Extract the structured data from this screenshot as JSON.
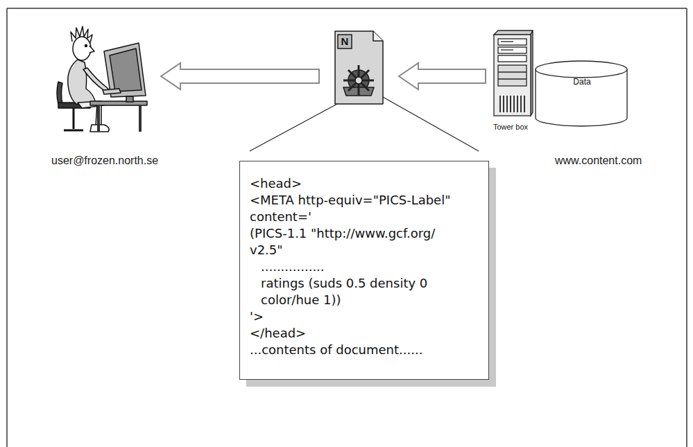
{
  "diagram": {
    "nodes": [
      {
        "text": [
          "user@frozen.north.se"
        ]
      },
      {
        "text": [
          "N"
        ]
      },
      {
        "text": [
          "Tower box"
        ]
      },
      {
        "text": [
          "Data"
        ]
      },
      {
        "text": [
          "<head>",
          "<META http-equiv=\"PICS-Label\" content='",
          "(PICS-1.1 \"http://www.gcf.org/ v2.5\"",
          "................",
          "ratings (suds 0.5 density 0 color/hue 1))",
          "'>",
          "</head>",
          "...contents of document......"
        ]
      }
    ],
    "edges": [
      {
        "from": 1,
        "to": 0,
        "arrow": "to"
      },
      {
        "from": 2,
        "to": 1,
        "arrow": "to"
      }
    ],
    "labels": [
      "www.content.com"
    ]
  }
}
